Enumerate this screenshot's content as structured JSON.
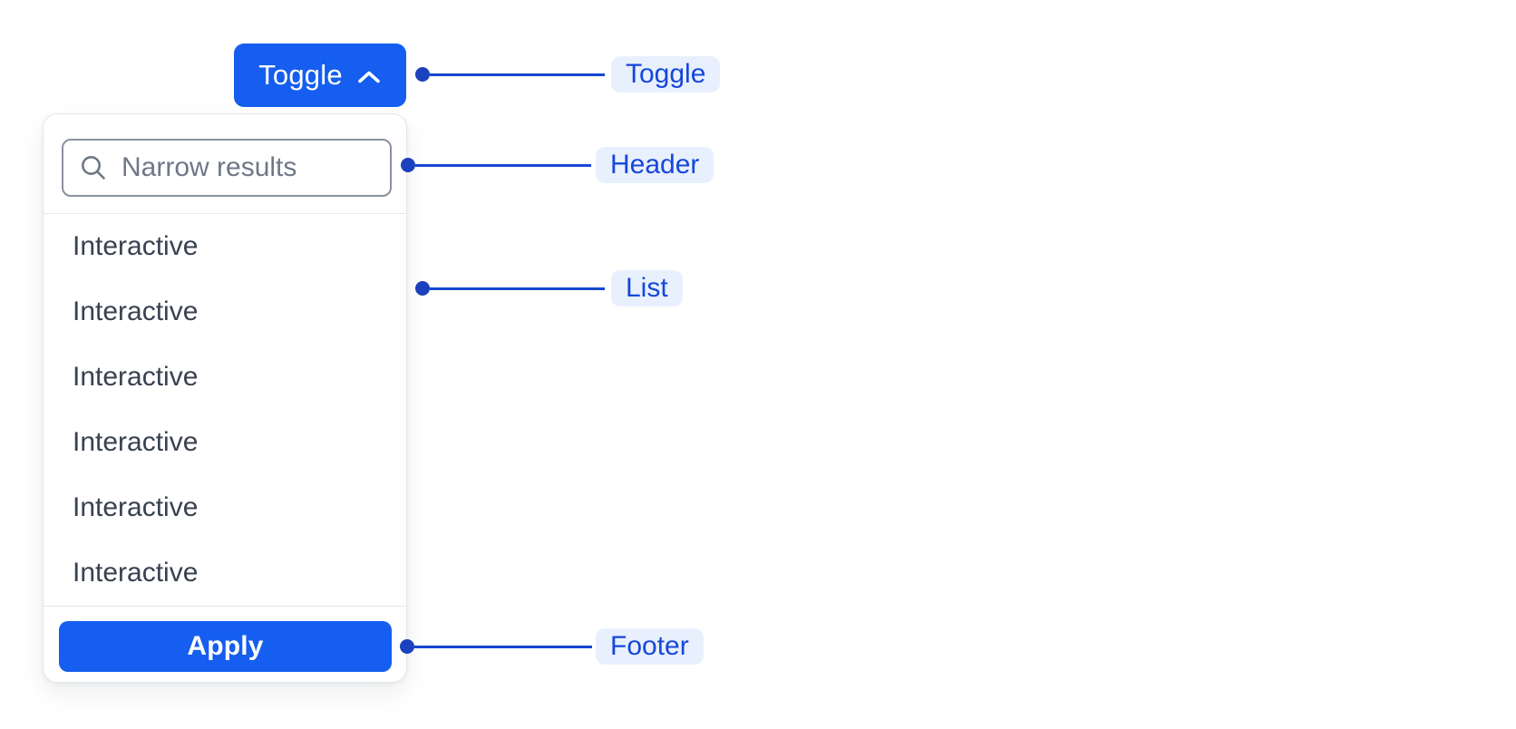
{
  "toggle_button": {
    "label": "Toggle",
    "chevron": "chevron-up-icon"
  },
  "dropdown": {
    "search": {
      "placeholder": "Narrow results",
      "icon": "search-icon",
      "value": ""
    },
    "items": [
      "Interactive",
      "Interactive",
      "Interactive",
      "Interactive",
      "Interactive",
      "Interactive"
    ],
    "apply_label": "Apply"
  },
  "callouts": [
    {
      "label": "Toggle"
    },
    {
      "label": "Header"
    },
    {
      "label": "List"
    },
    {
      "label": "Footer"
    }
  ],
  "colors": {
    "accent_blue": "#155EEF",
    "connector_line": "#1548D1",
    "connector_dot": "#1B41BE",
    "badge_background": "#E9F0FD",
    "badge_text": "#1547DB",
    "item_text": "#394150",
    "placeholder_text": "#6F7787",
    "input_border": "#8A919E",
    "panel_border": "#E3E6EA",
    "divider": "#E6E8EC"
  }
}
